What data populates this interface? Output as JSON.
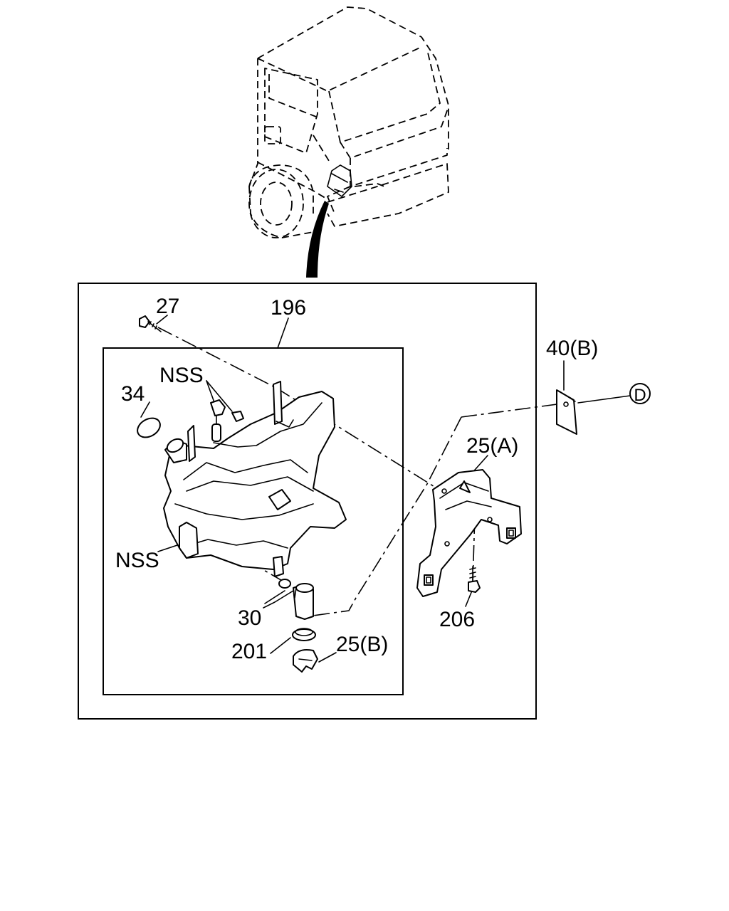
{
  "callouts": {
    "bolt_27": "27",
    "assembly_196": "196",
    "cap_34": "34",
    "nss_top": "NSS",
    "nss_left": "NSS",
    "motor_30": "30",
    "seal_201": "201",
    "clip_25b": "25(B)",
    "bracket_25a": "25(A)",
    "bolt_206": "206",
    "pad_40b": "40(B)",
    "ref_d": "D"
  }
}
